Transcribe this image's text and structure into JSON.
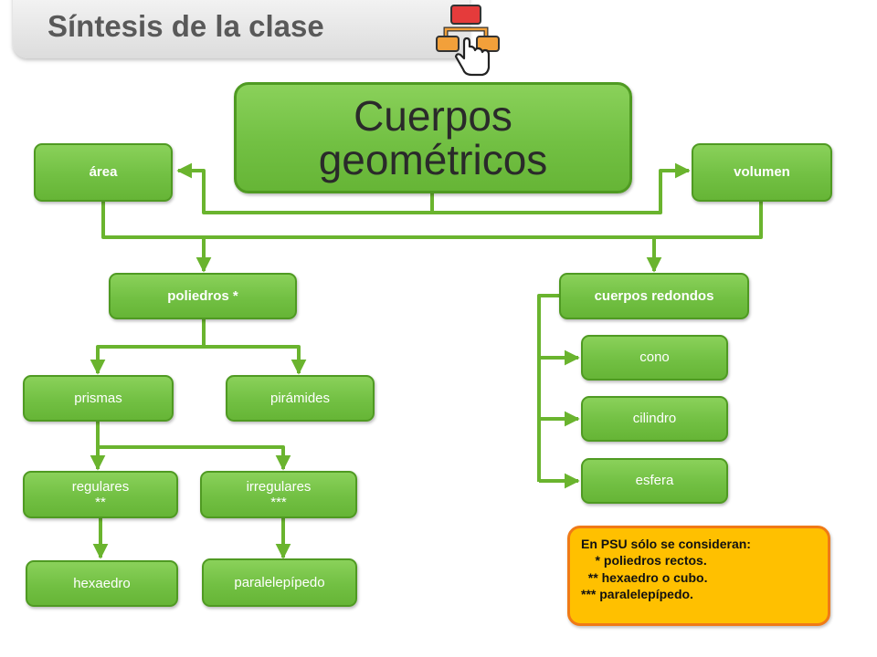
{
  "header": {
    "title": "Síntesis de la clase"
  },
  "diagram": {
    "root": "Cuerpos\ngeométricos",
    "area": "área",
    "volumen": "volumen",
    "poliedros": "poliedros *",
    "cuerpos_redondos": "cuerpos redondos",
    "prismas": "prismas",
    "piramides": "pirámides",
    "regulares": "regulares\n**",
    "irregulares": "irregulares\n***",
    "hexaedro": "hexaedro",
    "paralelepipedo": "paralelepípedo",
    "cono": "cono",
    "cilindro": "cilindro",
    "esfera": "esfera"
  },
  "note": {
    "text": "En PSU sólo se consideran:\n    * poliedros rectos.\n  ** hexaedro o cubo.\n*** paralelepípedo."
  },
  "colors": {
    "node_green": "#72c043",
    "connector_green": "#6ab42e",
    "note_fill": "#ffc000",
    "note_border": "#f07a16",
    "title_gray": "#595959"
  }
}
